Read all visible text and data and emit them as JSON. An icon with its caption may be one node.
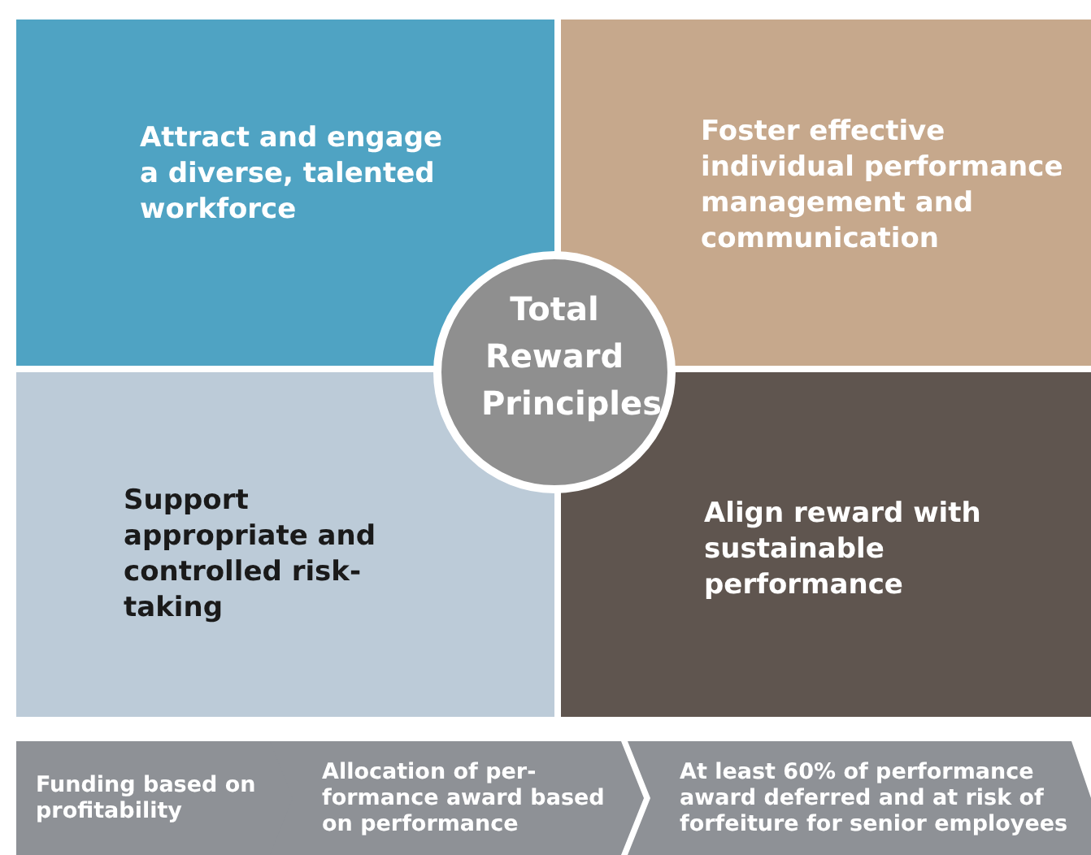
{
  "diagram": {
    "nodes": [
      {
        "text": [
          "Attract and engage a diverse, talented workforce"
        ]
      },
      {
        "text": [
          "Foster effective individual performance management and communication"
        ]
      },
      {
        "text": [
          "Total Reward Principles"
        ]
      },
      {
        "text": [
          "Support appropriate and controlled risk-taking"
        ]
      },
      {
        "text": [
          "Align reward with sustainable performance"
        ]
      },
      {
        "text": [
          "Funding based on profitability"
        ]
      },
      {
        "text": [
          "Allocation of per- formance award based on performance"
        ]
      },
      {
        "text": [
          "At least 60% of performance award deferred and at risk of forfeiture for senior employees"
        ]
      }
    ]
  }
}
